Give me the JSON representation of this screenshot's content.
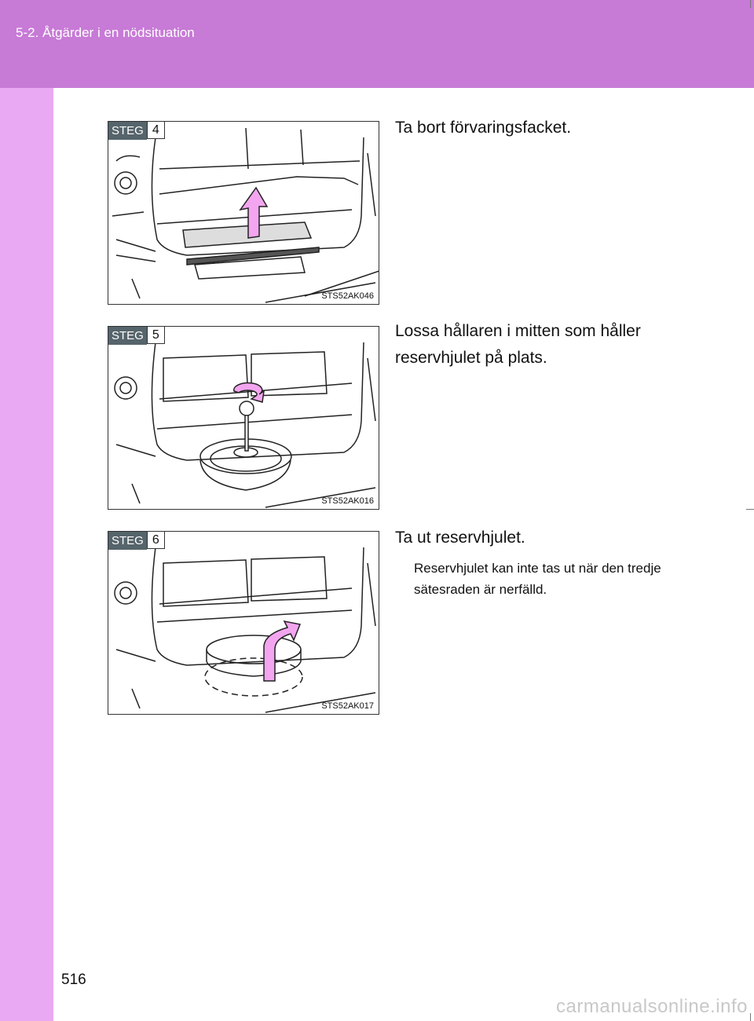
{
  "header": {
    "section": "5-2. Åtgärder i en nödsituation"
  },
  "steps": [
    {
      "badge": "STEG",
      "number": "4",
      "figure_code": "STS52AK046",
      "text": "Ta bort förvaringsfacket.",
      "note": ""
    },
    {
      "badge": "STEG",
      "number": "5",
      "figure_code": "STS52AK016",
      "text": "Lossa hållaren i mitten som håller reservhjulet på plats.",
      "note": ""
    },
    {
      "badge": "STEG",
      "number": "6",
      "figure_code": "STS52AK017",
      "text": "Ta ut reservhjulet.",
      "note": "Reservhjulet kan inte tas ut när den tredje sätesraden är nerfälld."
    }
  ],
  "page_number": "516",
  "footer": {
    "watermark": "carmanualsonline.info"
  },
  "colors": {
    "header_bg": "#c77ad6",
    "side_strip": "#e9a9f3",
    "arrow_fill": "#f3a5f0",
    "badge_bg": "#56646b"
  }
}
